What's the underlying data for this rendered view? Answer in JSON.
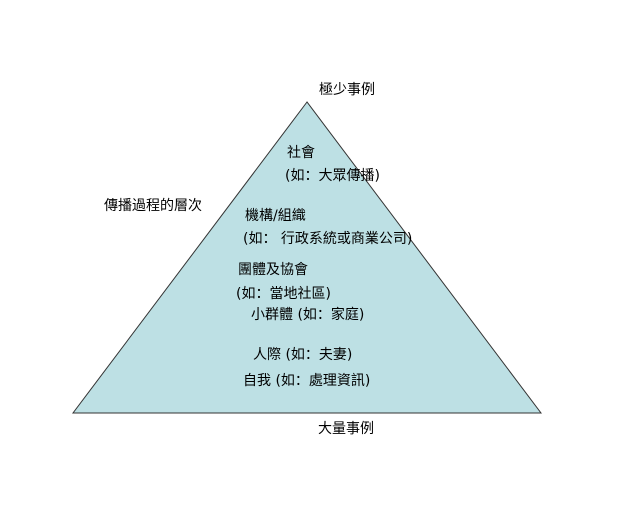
{
  "diagram": {
    "top_label": "極少事例",
    "bottom_label": "大量事例",
    "side_label": "傳播過程的層次",
    "levels": [
      {
        "title": "社會",
        "example": "(如：大眾傳播)"
      },
      {
        "title": "機構/組織",
        "example": "(如：  行政系統或商業公司)"
      },
      {
        "title": "團體及協會",
        "example": "(如：當地社區)"
      },
      {
        "title": "小群體",
        "example": "(如：家庭)"
      },
      {
        "title": "人際",
        "example": "(如：夫妻)"
      },
      {
        "title": "自我",
        "example": "(如：處理資訊)"
      }
    ]
  },
  "colors": {
    "pyramid_fill": "#bde0e4",
    "pyramid_stroke": "#333333",
    "text": "#000000",
    "background": "#ffffff"
  }
}
